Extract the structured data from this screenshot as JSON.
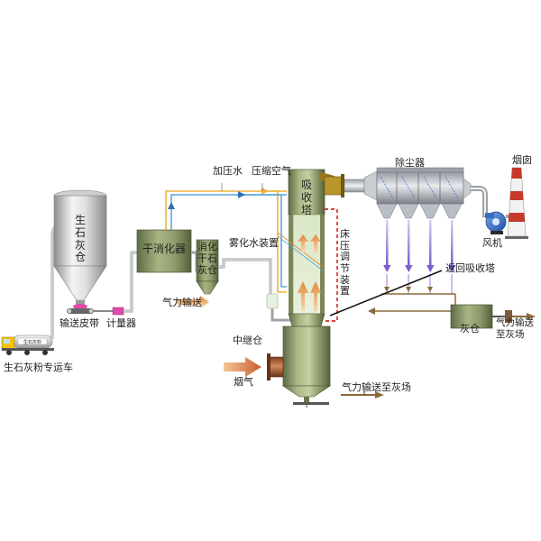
{
  "labels": {
    "lime_silo": "生石灰仓",
    "lime_truck": "生石灰粉专运车",
    "truck_plate": "生石灰粉",
    "belt_conveyor": "输送皮带",
    "meter": "计量器",
    "dry_slaker": "干消化器",
    "slaked_lime_bin": "消化干石灰仓",
    "pneumatic_transport": "气力输送",
    "pressurized_water": "加压水",
    "compressed_air": "压缩空气",
    "absorber": "吸收塔",
    "atomized_water_device": "雾化水装置",
    "bed_pressure_device": "床压调节装置",
    "relay_bin": "中继仓",
    "flue_gas": "烟气",
    "pneumatic_to_ash_yard": "气力输送至灰场",
    "dust_collector": "除尘器",
    "chimney": "烟囱",
    "fan": "风机",
    "return_to_absorber": "返回吸收塔",
    "ash_bin": "灰仓",
    "pneumatic_to_ash_yard_2": "气力输送至灰场"
  },
  "colors": {
    "vessel_green": "#8d9a6a",
    "water_line": "#f3b23c",
    "air_line": "#5aa8d8",
    "flue_inlet": "#b9643a",
    "arrow_purple": "#7a5ccd",
    "arrow_orange": "#e0883a",
    "outlet_arrow": "#8a6a3a",
    "dashed_red": "#d40000"
  }
}
